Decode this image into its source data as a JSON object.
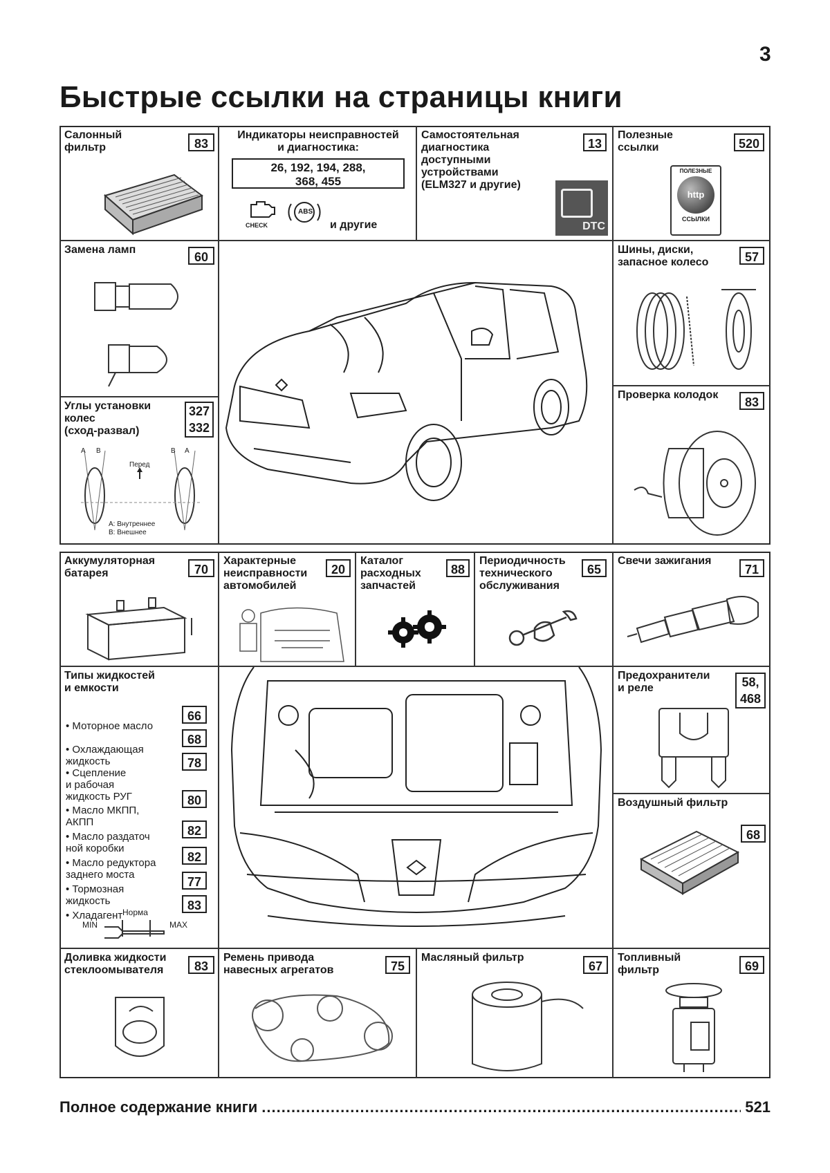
{
  "page_number": "3",
  "title": "Быстрые ссылки на страницы книги",
  "cells": {
    "cabin_filter": {
      "label": "Салонный\nфильтр",
      "page": "83"
    },
    "indicators": {
      "label": "Индикаторы неисправностей\nи диагностика:",
      "pages": "26, 192, 194, 288,\n368, 455",
      "check": "CHECK",
      "abs": "ABS",
      "others": "и другие"
    },
    "self_diag": {
      "label": "Самостоятельная\nдиагностика\nдоступными\nустройствами\n(ELM327 и другие)",
      "page": "13",
      "dtc": "DTC"
    },
    "useful_links": {
      "label": "Полезные\nссылки",
      "page": "520",
      "badge_top": "ПОЛЕЗНЫЕ",
      "badge_mid": "http",
      "badge_bottom": "ССЫЛКИ"
    },
    "lamps": {
      "label": "Замена ламп",
      "page": "60"
    },
    "tires": {
      "label": "Шины, диски,\nзапасное колесо",
      "page": "57"
    },
    "alignment": {
      "label": "Углы установки\nколес\n(сход-развал)",
      "page": "327\n332",
      "front": "Перед",
      "inner": "A: Внутреннее",
      "outer": "B: Внешнее",
      "a": "A",
      "b": "B"
    },
    "brake_pads": {
      "label": "Проверка колодок",
      "page": "83"
    },
    "battery": {
      "label": "Аккумуляторная\nбатарея",
      "page": "70"
    },
    "faults": {
      "label": "Характерные\nнеисправности\nавтомобилей",
      "page": "20"
    },
    "parts_catalog": {
      "label": "Каталог\nрасходных\nзапчастей",
      "page": "88"
    },
    "maintenance": {
      "label": "Периодичность\nтехнического\nобслуживания",
      "page": "65"
    },
    "spark_plugs": {
      "label": "Свечи зажигания",
      "page": "71"
    },
    "fluids": {
      "label": "Типы жидкостей\nи емкости",
      "items": [
        {
          "name": "• Моторное масло",
          "page": "66"
        },
        {
          "name": "• Охлаждающая\n  жидкость",
          "page": "68"
        },
        {
          "name": "• Сцепление\n  и рабочая\n  жидкость РУГ",
          "page": "78"
        },
        {
          "name": "• Масло МКПП,\n  АКПП",
          "page": "80"
        },
        {
          "name": "• Масло раздаточ\n  ной коробки",
          "page": "82"
        },
        {
          "name": "• Масло редуктора\n  заднего моста",
          "page": "82"
        },
        {
          "name": "• Тормозная\n  жидкость",
          "page": "77"
        },
        {
          "name": "• Хладагент",
          "page": "83"
        }
      ],
      "dipstick": {
        "norm": "Норма",
        "min": "MIN",
        "max": "MAX"
      }
    },
    "fuses": {
      "label": "Предохранители\nи реле",
      "page": "58,\n468"
    },
    "air_filter": {
      "label": "Воздушный фильтр",
      "page": "68"
    },
    "washer": {
      "label": "Доливка жидкости\nстеклоомывателя",
      "page": "83"
    },
    "belt": {
      "label": "Ремень привода\nнавесных агрегатов",
      "page": "75"
    },
    "oil_filter": {
      "label": "Масляный фильтр",
      "page": "67"
    },
    "fuel_filter": {
      "label": "Топливный\nфильтр",
      "page": "69"
    }
  },
  "footer": {
    "label": "Полное содержание книги",
    "dots": "......................................................................................................",
    "page": "521"
  }
}
